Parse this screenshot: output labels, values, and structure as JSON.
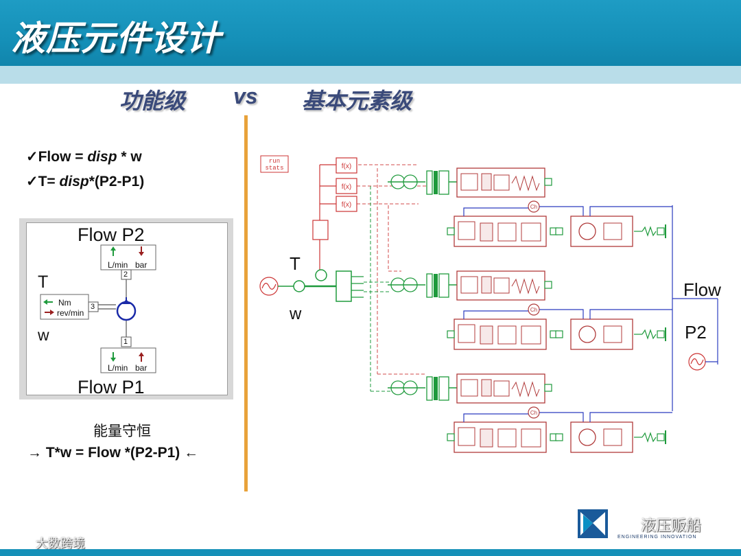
{
  "slide": {
    "title": "液压元件设计",
    "subtitle_left": "功能级",
    "subtitle_vs": "vs",
    "subtitle_right": "基本元素级"
  },
  "equations": {
    "eq1_prefix": "✓Flow =  ",
    "eq1_var": "disp",
    "eq1_suffix": " * w",
    "eq2_prefix": "✓T= ",
    "eq2_var": "disp",
    "eq2_suffix": "*(P2-P1)"
  },
  "functional_block": {
    "flow_p2": "Flow  P2",
    "flow_p1": "Flow  P1",
    "t_label": "T",
    "w_label": "w",
    "top_port_units": [
      "L/min",
      "bar"
    ],
    "bottom_port_units": [
      "L/min",
      "bar"
    ],
    "shaft_units": [
      "Nm",
      "rev/min"
    ],
    "port_numbers": [
      "2",
      "3",
      "1"
    ]
  },
  "energy": {
    "line1": "能量守恒",
    "line2": "→ T*w =  Flow *(P2-P1) ←"
  },
  "element_diagram": {
    "run_stats": [
      "run",
      "stats"
    ],
    "t_label": "T",
    "w_label": "w",
    "flow_label": "Flow",
    "p2_label": "P2",
    "function_block_label": "f(x)",
    "check_label": "Ch",
    "stages": 3
  },
  "logo": {
    "tagline": "ENGINEERING INNOVATION"
  },
  "watermarks": {
    "wechat": "液压贩船",
    "corner": "大数跨境"
  },
  "colors": {
    "header": "#1590b8",
    "divider": "#e8a23a",
    "mech_green": "#1e9a3c",
    "hydraulic_red": "#b03a3a",
    "hydraulic_blue": "#2a3bbf"
  }
}
